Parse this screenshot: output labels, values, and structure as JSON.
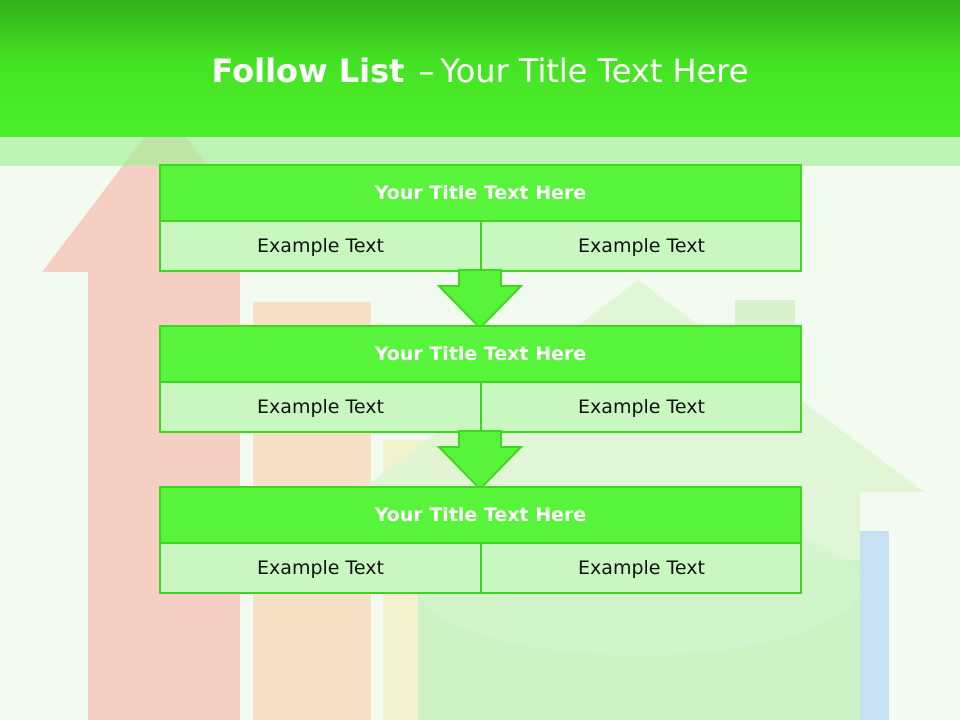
{
  "slide": {
    "title_bold": "Follow List",
    "title_dash": "–",
    "title_rest": "Your Title Text Here"
  },
  "blocks": [
    {
      "title": "Your Title Text Here",
      "left": "Example Text",
      "right": "Example Text"
    },
    {
      "title": "Your Title Text Here",
      "left": "Example Text",
      "right": "Example Text"
    },
    {
      "title": "Your Title Text Here",
      "left": "Example Text",
      "right": "Example Text"
    }
  ],
  "colors": {
    "header_dark": "#33b01a",
    "header_light": "#4cf02a",
    "block_title": "#58f43b",
    "block_cell": "#c8f7c0",
    "border": "#3ed61e",
    "connector": "#58f43b"
  }
}
